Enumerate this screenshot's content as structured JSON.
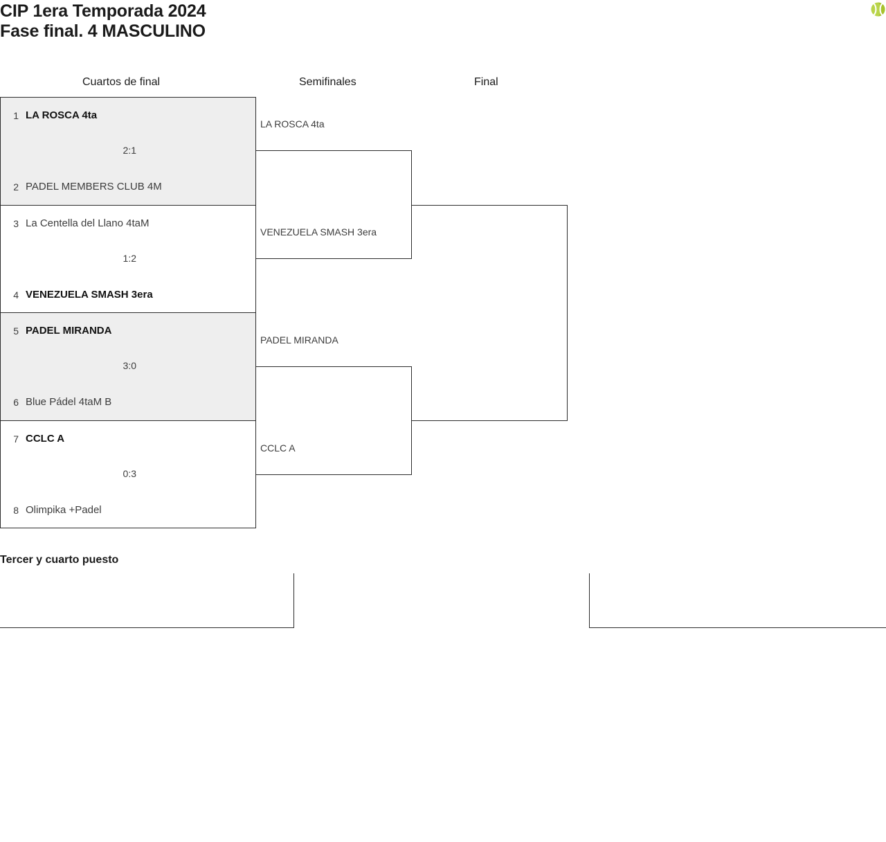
{
  "title": {
    "line1": "CIP 1era Temporada 2024",
    "line2": "Fase final. 4 MASCULINO"
  },
  "logo": {
    "name": "padel-ball-logo",
    "color_light": "#b9d44a",
    "color_dark": "#a8c22e"
  },
  "rounds": {
    "quarterfinals_label": "Cuartos de final",
    "semifinals_label": "Semifinales",
    "final_label": "Final"
  },
  "quarterfinals": [
    {
      "top_seed": "1",
      "top_team": "LA ROSCA 4ta",
      "top_winner": true,
      "bottom_seed": "2",
      "bottom_team": "PADEL MEMBERS CLUB 4M",
      "bottom_winner": false,
      "score": "2:1",
      "shaded": true
    },
    {
      "top_seed": "3",
      "top_team": "La Centella del Llano 4taM",
      "top_winner": false,
      "bottom_seed": "4",
      "bottom_team": "VENEZUELA SMASH 3era",
      "bottom_winner": true,
      "score": "1:2",
      "shaded": false
    },
    {
      "top_seed": "5",
      "top_team": "PADEL MIRANDA",
      "top_winner": true,
      "bottom_seed": "6",
      "bottom_team": "Blue Pádel 4taM B",
      "bottom_winner": false,
      "score": "3:0",
      "shaded": true
    },
    {
      "top_seed": "7",
      "top_team": "CCLC A",
      "top_winner": true,
      "bottom_seed": "8",
      "bottom_team": "Olimpika +Padel",
      "bottom_winner": false,
      "score": "0:3",
      "shaded": false
    }
  ],
  "semifinals": [
    {
      "team": "LA ROSCA 4ta"
    },
    {
      "team": "VENEZUELA SMASH 3era"
    },
    {
      "team": "PADEL MIRANDA"
    },
    {
      "team": "CCLC A"
    }
  ],
  "final": {
    "team": ""
  },
  "third_place": {
    "title": "Tercer y cuarto puesto",
    "left_team": "",
    "right_team": ""
  }
}
